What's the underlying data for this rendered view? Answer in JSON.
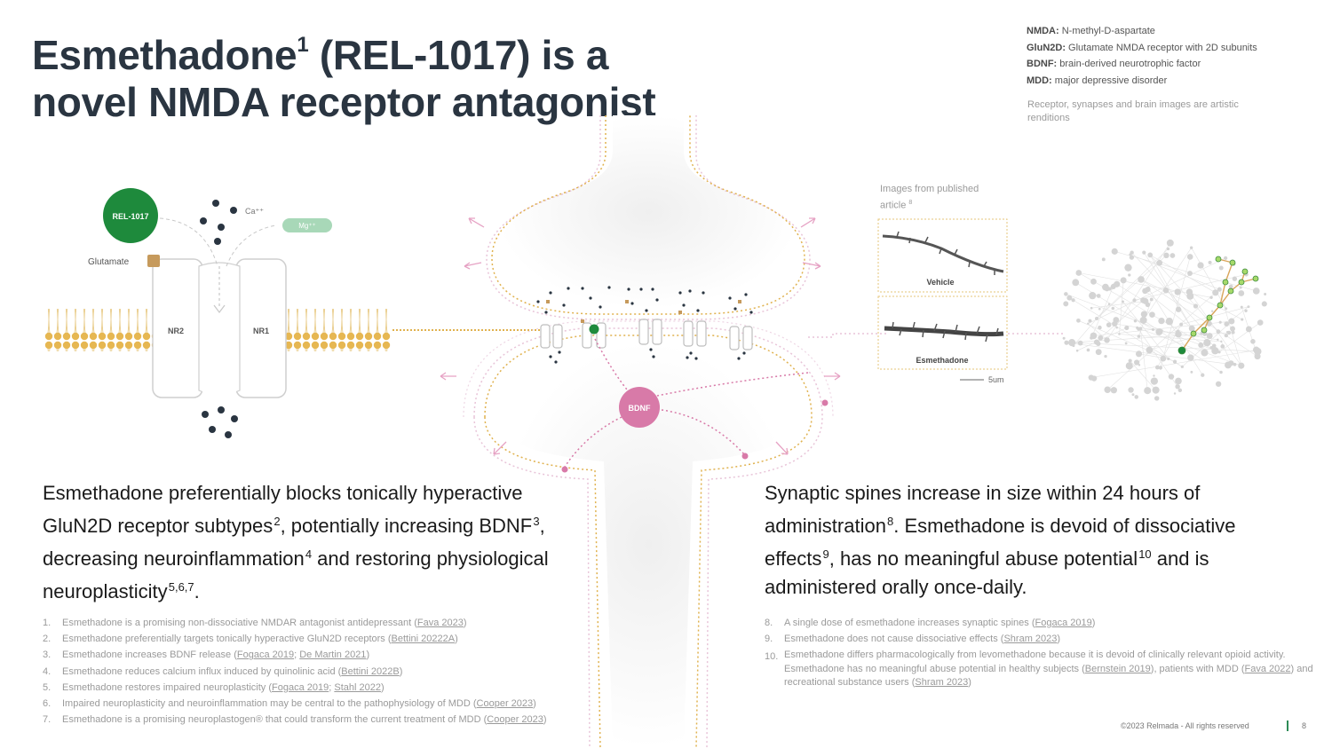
{
  "title": {
    "line1_a": "Esmethadone",
    "line1_sup": "1",
    "line1_b": " (REL-1017) is a",
    "line2": "novel NMDA receptor antagonist"
  },
  "glossary": [
    {
      "term": "NMDA:",
      "def": " N-methyl-D-aspartate"
    },
    {
      "term": "GluN2D:",
      "def": " Glutamate NMDA receptor with 2D subunits"
    },
    {
      "term": "BDNF:",
      "def": " brain-derived neurotrophic factor"
    },
    {
      "term": "MDD:",
      "def": " major depressive disorder"
    }
  ],
  "art_note": "Receptor, synapses and brain images are artistic renditions",
  "images_source": {
    "text": "Images from published article",
    "sup": "8"
  },
  "diagram_labels": {
    "rel": "REL-1017",
    "ca": "Ca⁺⁺",
    "mg": "Mg⁺⁺",
    "glutamate": "Glutamate",
    "nr2": "NR2",
    "nr1": "NR1",
    "bdnf": "BDNF",
    "vehicle": "Vehicle",
    "esmethadone": "Esmethadone",
    "scale": "5um"
  },
  "left_paragraph": {
    "t1": "Esmethadone preferentially blocks tonically hyperactive GluN2D receptor subtypes",
    "s1": "2",
    "t2": ", potentially increasing BDNF",
    "s2": "3",
    "t3": ", decreasing neuroinflammation",
    "s3": "4",
    "t4": " and restoring physiological neuroplasticity",
    "s4": "5,6,7",
    "t5": "."
  },
  "right_paragraph": {
    "t1": "Synaptic spines increase in size within 24 hours of administration",
    "s1": "8",
    "t2": ". Esmethadone is devoid of dissociative effects",
    "s2": "9",
    "t3": ", has no meaningful abuse potential",
    "s3": "10",
    "t4": " and is administered orally once-daily."
  },
  "refs_left": [
    {
      "num": "1.",
      "pre": "Esmethadone is a promising non-dissociative NMDAR antagonist antidepressant (",
      "link1": "Fava 2023",
      "mid": "",
      "link2": "",
      "post": ")"
    },
    {
      "num": "2.",
      "pre": "Esmethadone preferentially targets tonically hyperactive GluN2D receptors (",
      "link1": "Bettini 20222A",
      "mid": "",
      "link2": "",
      "post": ")"
    },
    {
      "num": "3.",
      "pre": "Esmethadone increases BDNF release (",
      "link1": "Fogaca 2019",
      "mid": "; ",
      "link2": "De Martin 2021",
      "post": ")"
    },
    {
      "num": "4.",
      "pre": "Esmethadone reduces calcium influx induced by quinolinic acid (",
      "link1": "Bettini 2022B",
      "mid": "",
      "link2": "",
      "post": ")"
    },
    {
      "num": "5.",
      "pre": "Esmethadone restores impaired neuroplasticity (",
      "link1": "Fogaca 2019",
      "mid": "; ",
      "link2": "Stahl 2022",
      "post": ")"
    },
    {
      "num": "6.",
      "pre": "Impaired neuroplasticity and neuroinflammation may be central to the pathophysiology of MDD (",
      "link1": "Cooper 2023",
      "mid": "",
      "link2": "",
      "post": ")"
    },
    {
      "num": "7.",
      "pre": "Esmethadone is a promising neuroplastogen® that could transform the current treatment of MDD (",
      "link1": "Cooper 2023",
      "mid": "",
      "link2": "",
      "post": ")"
    }
  ],
  "refs_right": [
    {
      "num": "8.",
      "pre": "A single dose of esmethadone increases synaptic spines (",
      "link1": "Fogaca 2019",
      "post": ")"
    },
    {
      "num": "9.",
      "pre": "Esmethadone does not cause dissociative effects (",
      "link1": "Shram 2023",
      "post": ")"
    }
  ],
  "ref10": {
    "num": "10.",
    "pre": "Esmethadone differs pharmacologically from levomethadone because it is devoid of clinically relevant opioid activity. Esmethadone has no meaningful abuse potential in healthy subjects (",
    "link1": "Bernstein 2019",
    "mid1": "), patients with MDD (",
    "link2": "Fava 2022",
    "mid2": ") and recreational substance users (",
    "link3": "Shram 2023",
    "post": ")"
  },
  "footer": {
    "copyright": "©2023 Relmada - All rights reserved",
    "page": "8"
  },
  "colors": {
    "title": "#2a3541",
    "green": "#1e8a3c",
    "gold": "#e0b24f",
    "pink": "#d87aa8",
    "mint": "#a8d8b8"
  }
}
